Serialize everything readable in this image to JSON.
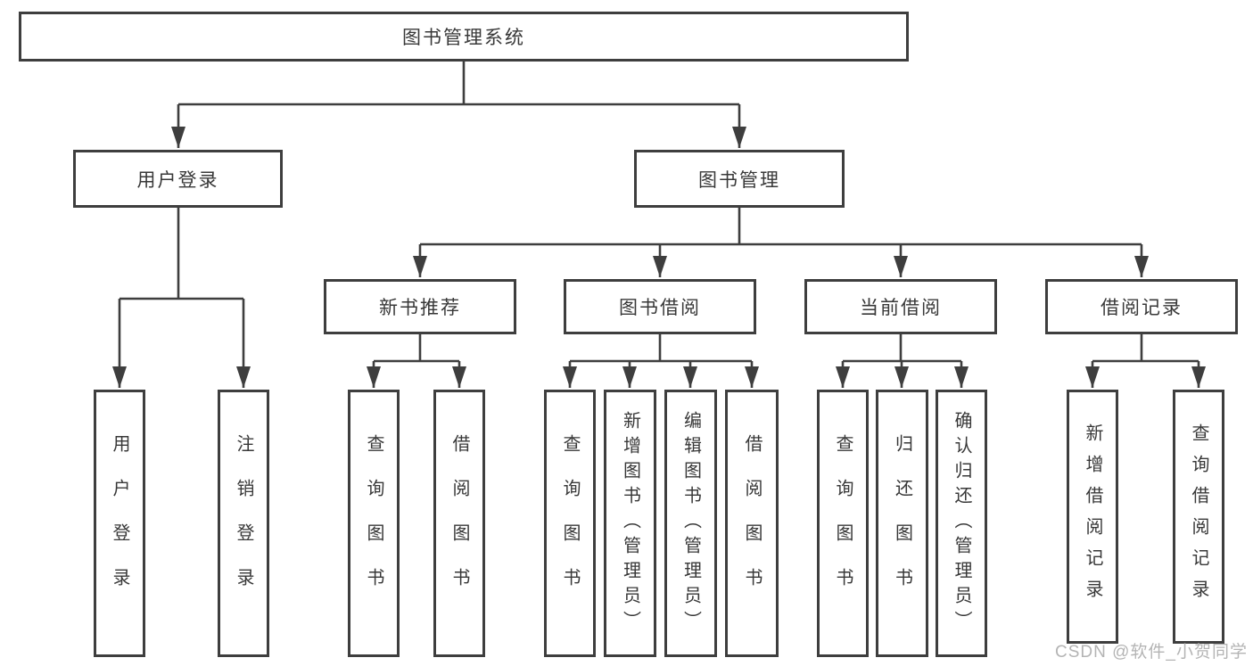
{
  "tree": {
    "label": "图书管理系统",
    "children": [
      {
        "label": "用户登录",
        "children": [
          {
            "label": "用户登录"
          },
          {
            "label": "注销登录"
          }
        ]
      },
      {
        "label": "图书管理",
        "children": [
          {
            "label": "新书推荐",
            "children": [
              {
                "label": "查询图书"
              },
              {
                "label": "借阅图书"
              }
            ]
          },
          {
            "label": "图书借阅",
            "children": [
              {
                "label": "查询图书"
              },
              {
                "label": "新增图书（管理员）"
              },
              {
                "label": "编辑图书（管理员）"
              },
              {
                "label": "借阅图书"
              }
            ]
          },
          {
            "label": "当前借阅",
            "children": [
              {
                "label": "查询图书"
              },
              {
                "label": "归还图书"
              },
              {
                "label": "确认归还（管理员）"
              }
            ]
          },
          {
            "label": "借阅记录",
            "children": [
              {
                "label": "新增借阅记录"
              },
              {
                "label": "查询借阅记录"
              }
            ]
          }
        ]
      }
    ]
  },
  "watermark": "CSDN @软件_小贺同学",
  "colors": {
    "line": "#3e3e3e",
    "text": "#383838",
    "watermark": "#b4b4b4",
    "background": "#ffffff"
  }
}
